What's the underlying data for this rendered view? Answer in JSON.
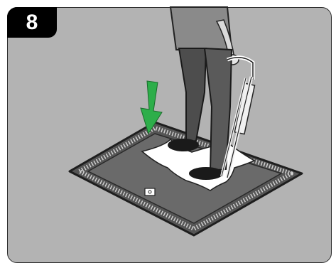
{
  "step": {
    "number": "8"
  },
  "illustration": {
    "subject": "person-standing-on-floor-mat-with-tool",
    "arrow_color": "#2dae4a",
    "background_color": "#b3b3b3",
    "mat_color": "#5a5a5a",
    "icons": [
      "down-arrow-icon",
      "floor-mat",
      "handle-tool",
      "mat-label-icon"
    ]
  }
}
